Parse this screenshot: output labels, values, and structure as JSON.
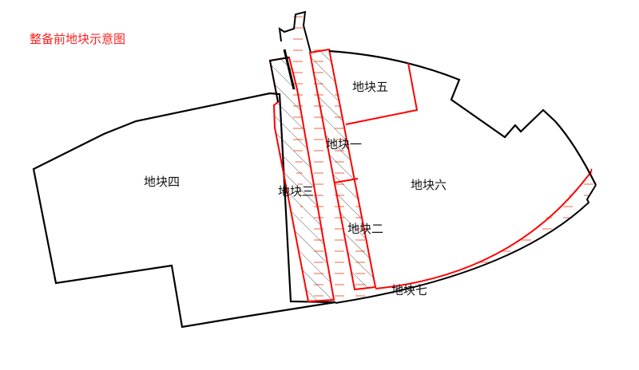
{
  "title": "整备前地块示意图",
  "colors": {
    "title": "#ff2020",
    "boundary": "#000000",
    "plot_outline": "#ff0000",
    "dash_fill": "#f08060",
    "hatch": "#333333",
    "background": "#ffffff"
  },
  "plots": [
    {
      "id": "block-1",
      "label": "地块一",
      "fill": "hatched"
    },
    {
      "id": "block-2",
      "label": "地块二",
      "fill": "hatched"
    },
    {
      "id": "block-3",
      "label": "地块三",
      "fill": "hatched"
    },
    {
      "id": "block-4",
      "label": "地块四",
      "fill": "none"
    },
    {
      "id": "block-5",
      "label": "地块五",
      "fill": "none"
    },
    {
      "id": "block-6",
      "label": "地块六",
      "fill": "none"
    },
    {
      "id": "block-7",
      "label": "地块七",
      "fill": "dashed"
    }
  ],
  "labels": {
    "block_1": "地块一",
    "block_2": "地块二",
    "block_3": "地块三",
    "block_4": "地块四",
    "block_5": "地块五",
    "block_6": "地块六",
    "block_7": "地块七"
  }
}
